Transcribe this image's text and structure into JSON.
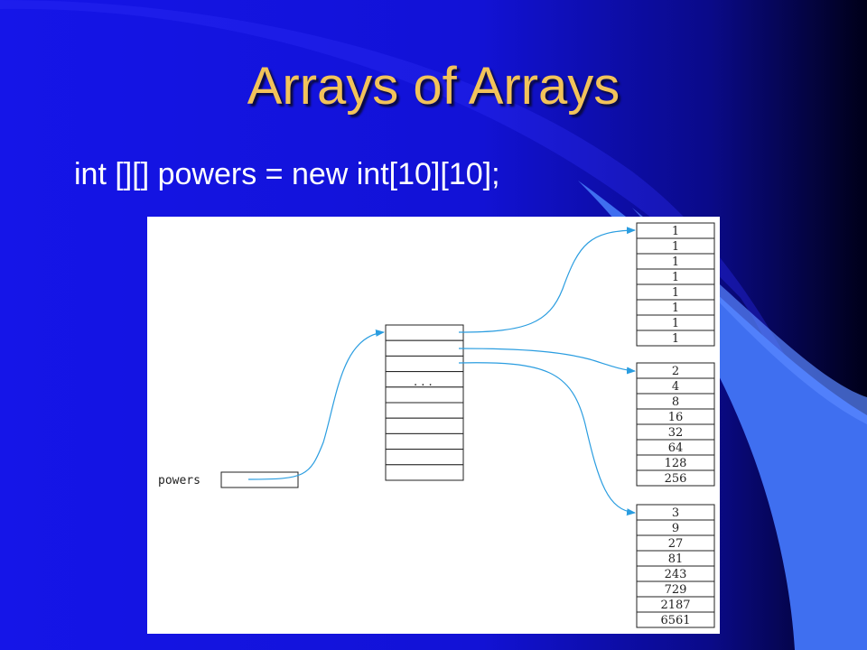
{
  "slide": {
    "title": "Arrays of Arrays",
    "code": "int [][] powers = new int[10][10];"
  },
  "diagram": {
    "variable_label": "powers",
    "outer_array": {
      "rows": 10,
      "ellipsis": ". . ."
    },
    "inner_arrays": [
      {
        "values": [
          "1",
          "1",
          "1",
          "1",
          "1",
          "1",
          "1",
          "1"
        ]
      },
      {
        "values": [
          "2",
          "4",
          "8",
          "16",
          "32",
          "64",
          "128",
          "256"
        ]
      },
      {
        "values": [
          "3",
          "9",
          "27",
          "81",
          "243",
          "729",
          "2187",
          "6561"
        ]
      }
    ]
  },
  "colors": {
    "background_blue": "#1414e6",
    "title": "#f2c35a",
    "arrow": "#2a9de0"
  }
}
